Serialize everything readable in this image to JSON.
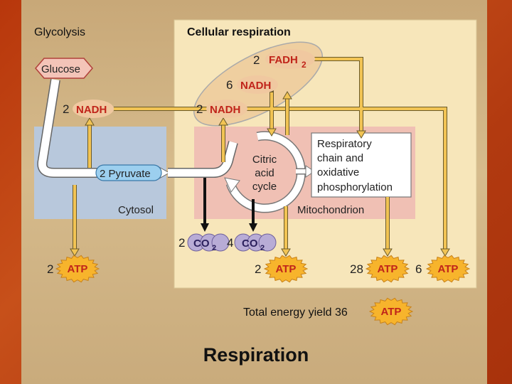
{
  "sections": {
    "glycolysis": "Glycolysis",
    "cellular_respiration": "Cellular respiration",
    "cytosol": "Cytosol",
    "mitochondrion": "Mitochondrion"
  },
  "molecules": {
    "glucose": "Glucose",
    "pyruvate": "2 Pyruvate",
    "nadh": "NADH",
    "fadh": "FADH",
    "fadh_sub": "2",
    "atp": "ATP",
    "co2": "CO",
    "co2_sub": "2"
  },
  "coefficients": {
    "fadh": "2",
    "nadh_top": "6",
    "nadh_mid": "2",
    "nadh_glyc": "2",
    "co2_first": "2",
    "co2_second": "4",
    "atp_glyc": "2",
    "atp_citric": "2",
    "atp_chain_nadh": "28",
    "atp_chain_fadh": "6"
  },
  "processes": {
    "citric_line1": "Citric",
    "citric_line2": "acid",
    "citric_line3": "cycle",
    "resp_line1": "Respiratory",
    "resp_line2": "chain and",
    "resp_line3": "oxidative",
    "resp_line4": "phosphorylation"
  },
  "total_label": "Total energy yield 36",
  "slide_title": "Respiration",
  "colors": {
    "nadh_fill": "#f0c8a0",
    "nadh_text": "#c0241a",
    "atp_fill": "#f7b42c",
    "glucose_fill": "#f3c4b8",
    "pyruvate_fill": "#9ccfef",
    "co2_fill": "#b8acd6",
    "cytosol_fill": "#b8c8dc",
    "mito_fill": "#f0c0b4",
    "panel_fill": "#f7e6ba",
    "arrow_fill": "#f2c454"
  }
}
